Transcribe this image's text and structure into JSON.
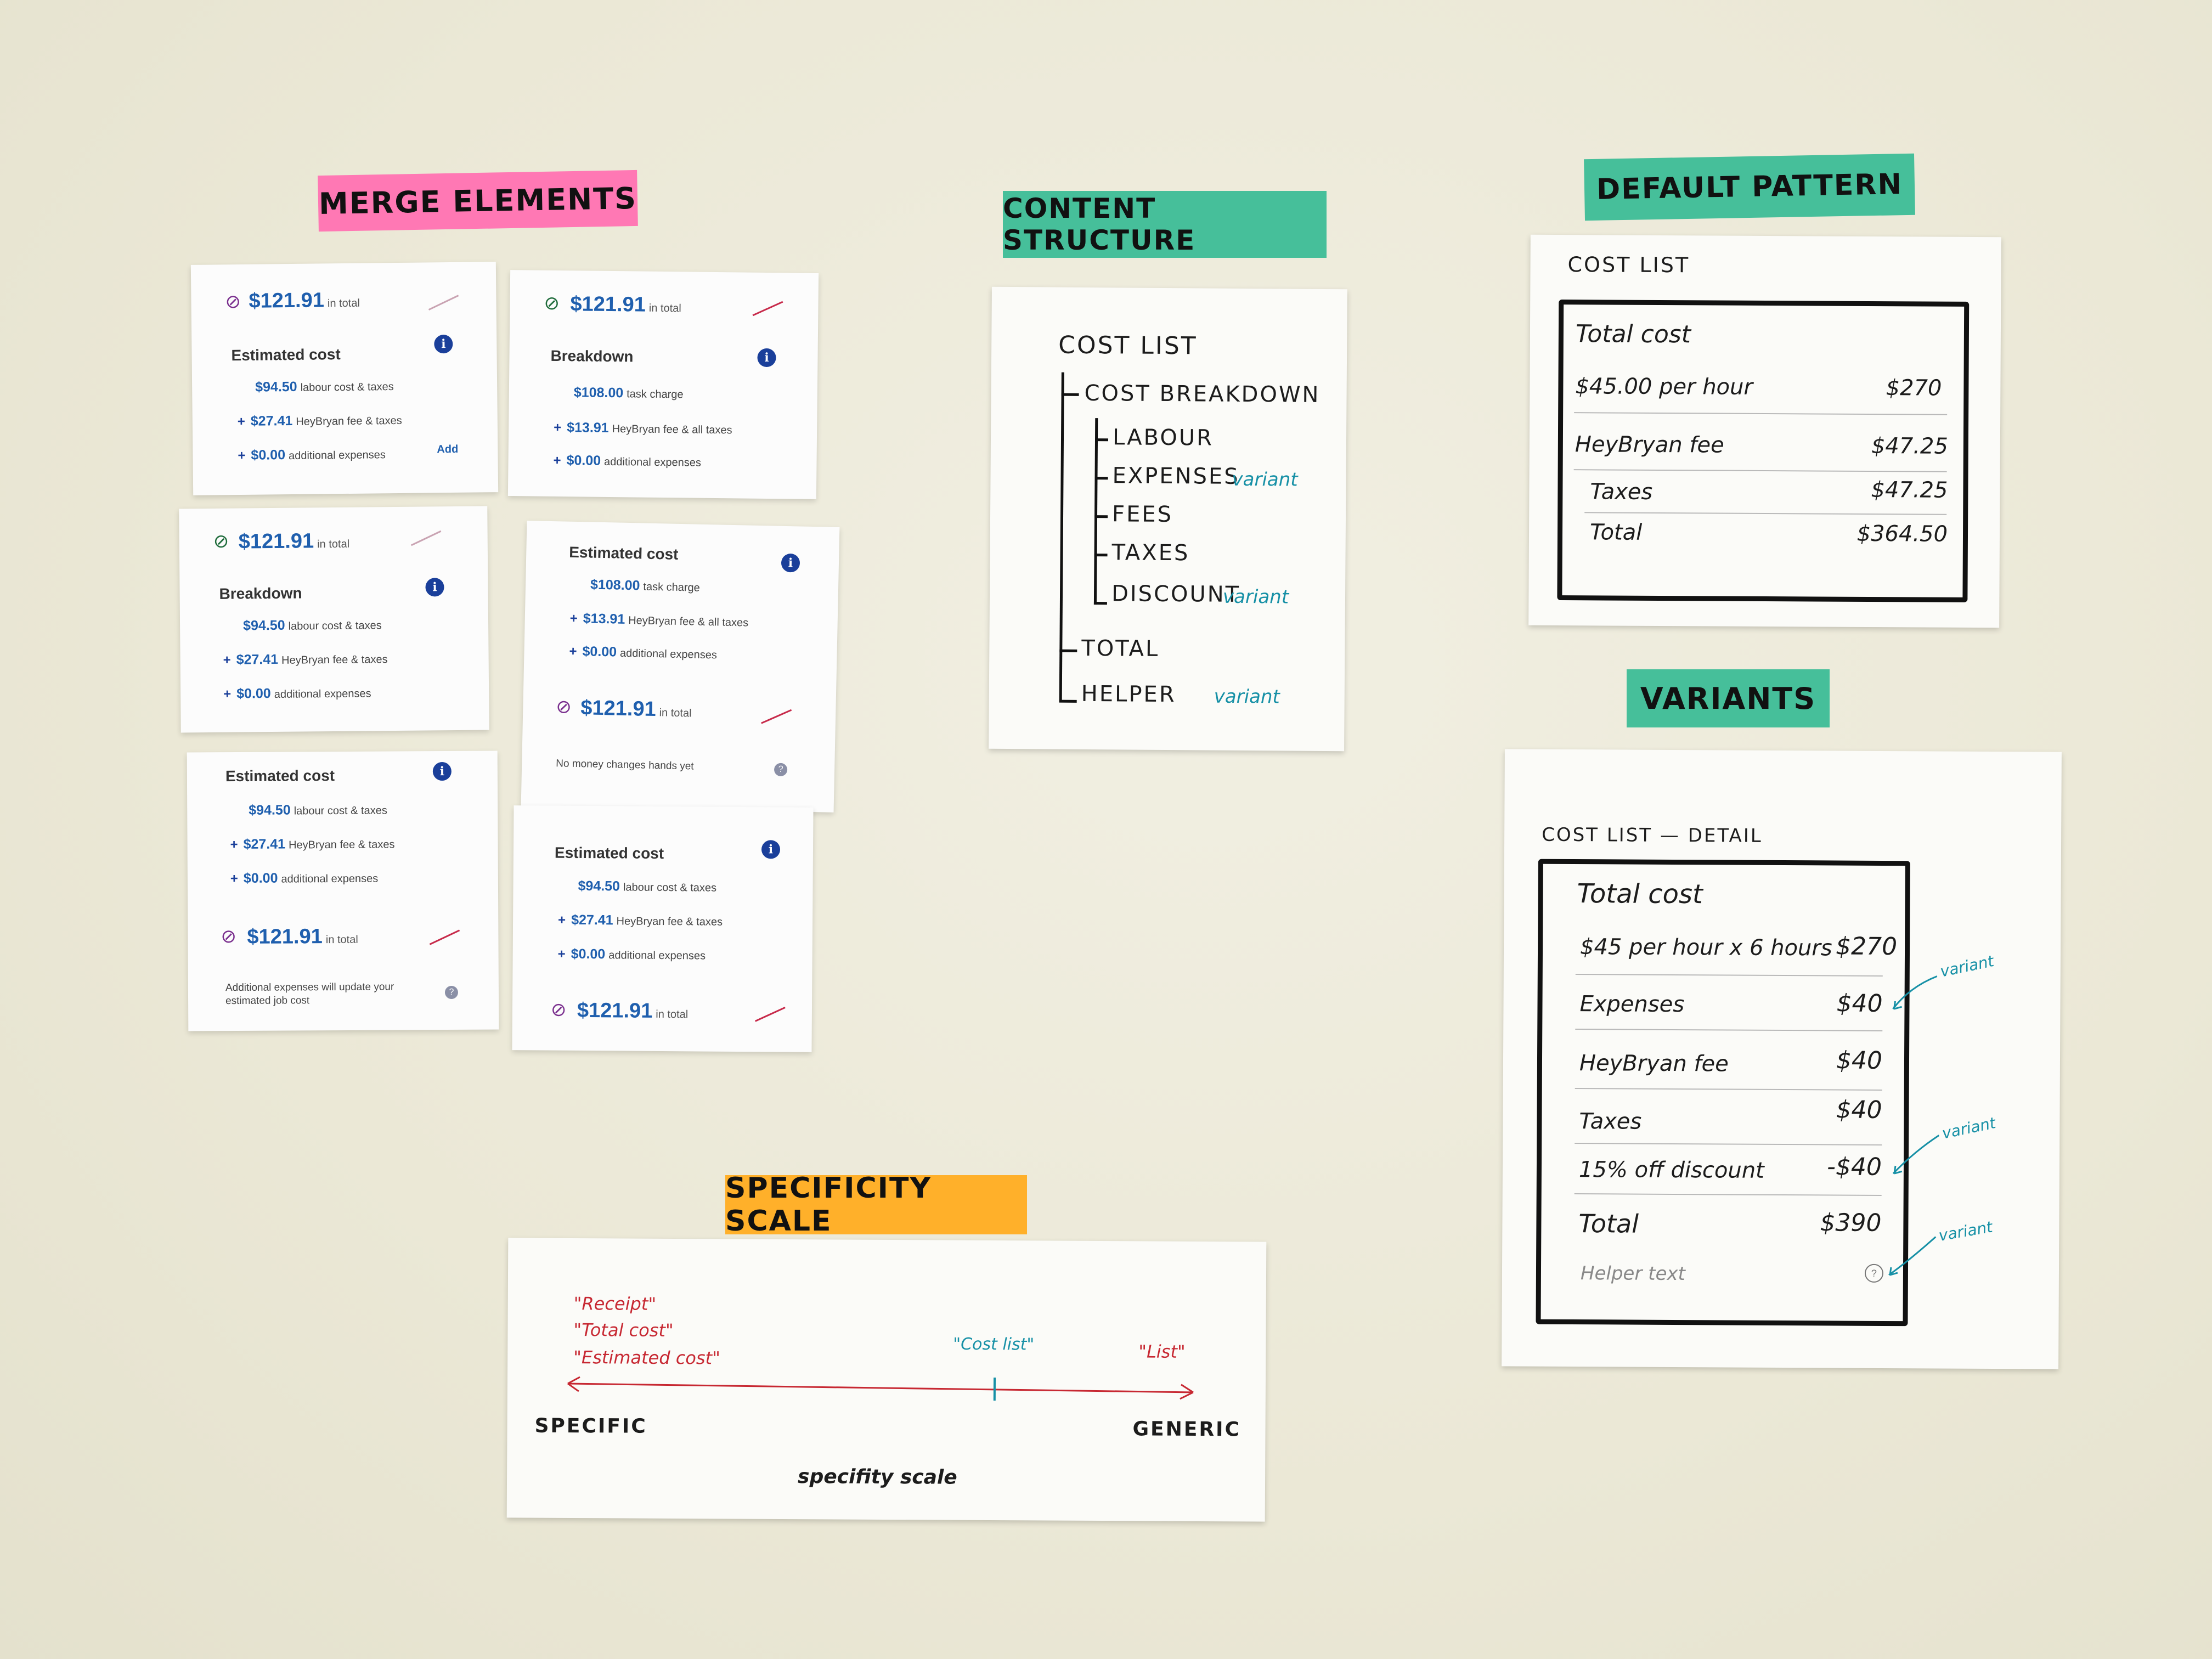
{
  "labels": {
    "merge": "MERGE ELEMENTS",
    "content": "CONTENT STRUCTURE",
    "default": "DEFAULT PATTERN",
    "variants": "VARIANTS",
    "specificity": "SPECIFICITY SCALE"
  },
  "colors": {
    "pink": "#ff78b4",
    "teal": "#46bf9a",
    "orange": "#ffb02a",
    "link_blue": "#1f5fae",
    "info_blue": "#1a3f9a",
    "annotation_teal": "#1690a6",
    "annotation_red": "#c72832"
  },
  "icons": {
    "info": "info-icon",
    "help": "help-icon",
    "coin": "coin-icon"
  },
  "cards": {
    "common": {
      "total": "$121.91",
      "in_total": "in total",
      "info_glyph": "i",
      "help_glyph": "?",
      "coin_glyph": "⊘",
      "plus": "+"
    },
    "c1": {
      "heading": "Estimated cost",
      "l1_amt": "$94.50",
      "l1_txt": "labour cost & taxes",
      "l2_amt": "$27.41",
      "l2_txt": "HeyBryan fee & taxes",
      "l3_amt": "$0.00",
      "l3_txt": "additional expenses",
      "add": "Add"
    },
    "c2": {
      "heading": "Breakdown",
      "l1_amt": "$108.00",
      "l1_txt": "task charge",
      "l2_amt": "$13.91",
      "l2_txt": "HeyBryan fee & all taxes",
      "l3_amt": "$0.00",
      "l3_txt": "additional expenses"
    },
    "c3": {
      "heading": "Breakdown",
      "l1_amt": "$94.50",
      "l1_txt": "labour cost & taxes",
      "l2_amt": "$27.41",
      "l2_txt": "HeyBryan fee & taxes",
      "l3_amt": "$0.00",
      "l3_txt": "additional expenses"
    },
    "c4": {
      "heading": "Estimated cost",
      "l1_amt": "$108.00",
      "l1_txt": "task charge",
      "l2_amt": "$13.91",
      "l2_txt": "HeyBryan fee & all taxes",
      "l3_amt": "$0.00",
      "l3_txt": "additional expenses",
      "note": "No money changes hands yet"
    },
    "c5": {
      "heading": "Estimated cost",
      "l1_amt": "$94.50",
      "l1_txt": "labour cost & taxes",
      "l2_amt": "$27.41",
      "l2_txt": "HeyBryan fee & taxes",
      "l3_amt": "$0.00",
      "l3_txt": "additional expenses",
      "note": "Additional expenses will update your estimated job cost"
    },
    "c6": {
      "heading": "Estimated cost",
      "l1_amt": "$94.50",
      "l1_txt": "labour cost & taxes",
      "l2_amt": "$27.41",
      "l2_txt": "HeyBryan fee & taxes",
      "l3_amt": "$0.00",
      "l3_txt": "additional expenses"
    }
  },
  "content_structure": {
    "root": "COST LIST",
    "breakdown": "COST BREAKDOWN",
    "labour": "LABOUR",
    "expenses": "EXPENSES",
    "fees": "FEES",
    "taxes": "TAXES",
    "discount": "DISCOUNT",
    "total": "TOTAL",
    "helper": "HELPER",
    "variant": "variant"
  },
  "default_pattern": {
    "caption": "COST LIST",
    "title": "Total cost",
    "rows": [
      {
        "label": "$45.00 per hour",
        "value": "$270"
      },
      {
        "label": "HeyBryan fee",
        "value": "$47.25"
      },
      {
        "label": "Taxes",
        "value": "$47.25"
      },
      {
        "label": "Total",
        "value": "$364.50"
      }
    ]
  },
  "variants_sheet": {
    "caption": "COST LIST — DETAIL",
    "title": "Total cost",
    "rows": [
      {
        "label": "$45 per hour x 6 hours",
        "value": "$270"
      },
      {
        "label": "Expenses",
        "value": "$40"
      },
      {
        "label": "HeyBryan fee",
        "value": "$40"
      },
      {
        "label": "Taxes",
        "value": "$40"
      },
      {
        "label": "15% off discount",
        "value": "-$40"
      },
      {
        "label": "Total",
        "value": "$390"
      }
    ],
    "helper": "Helper text",
    "variant_note": "variant",
    "help_glyph": "?"
  },
  "scale": {
    "q1": "\"Receipt\"",
    "q2": "\"Total cost\"",
    "q3": "\"Estimated cost\"",
    "mid": "\"Cost list\"",
    "right": "\"List\"",
    "left_end": "SPECIFIC",
    "right_end": "GENERIC",
    "caption": "specifity scale"
  }
}
